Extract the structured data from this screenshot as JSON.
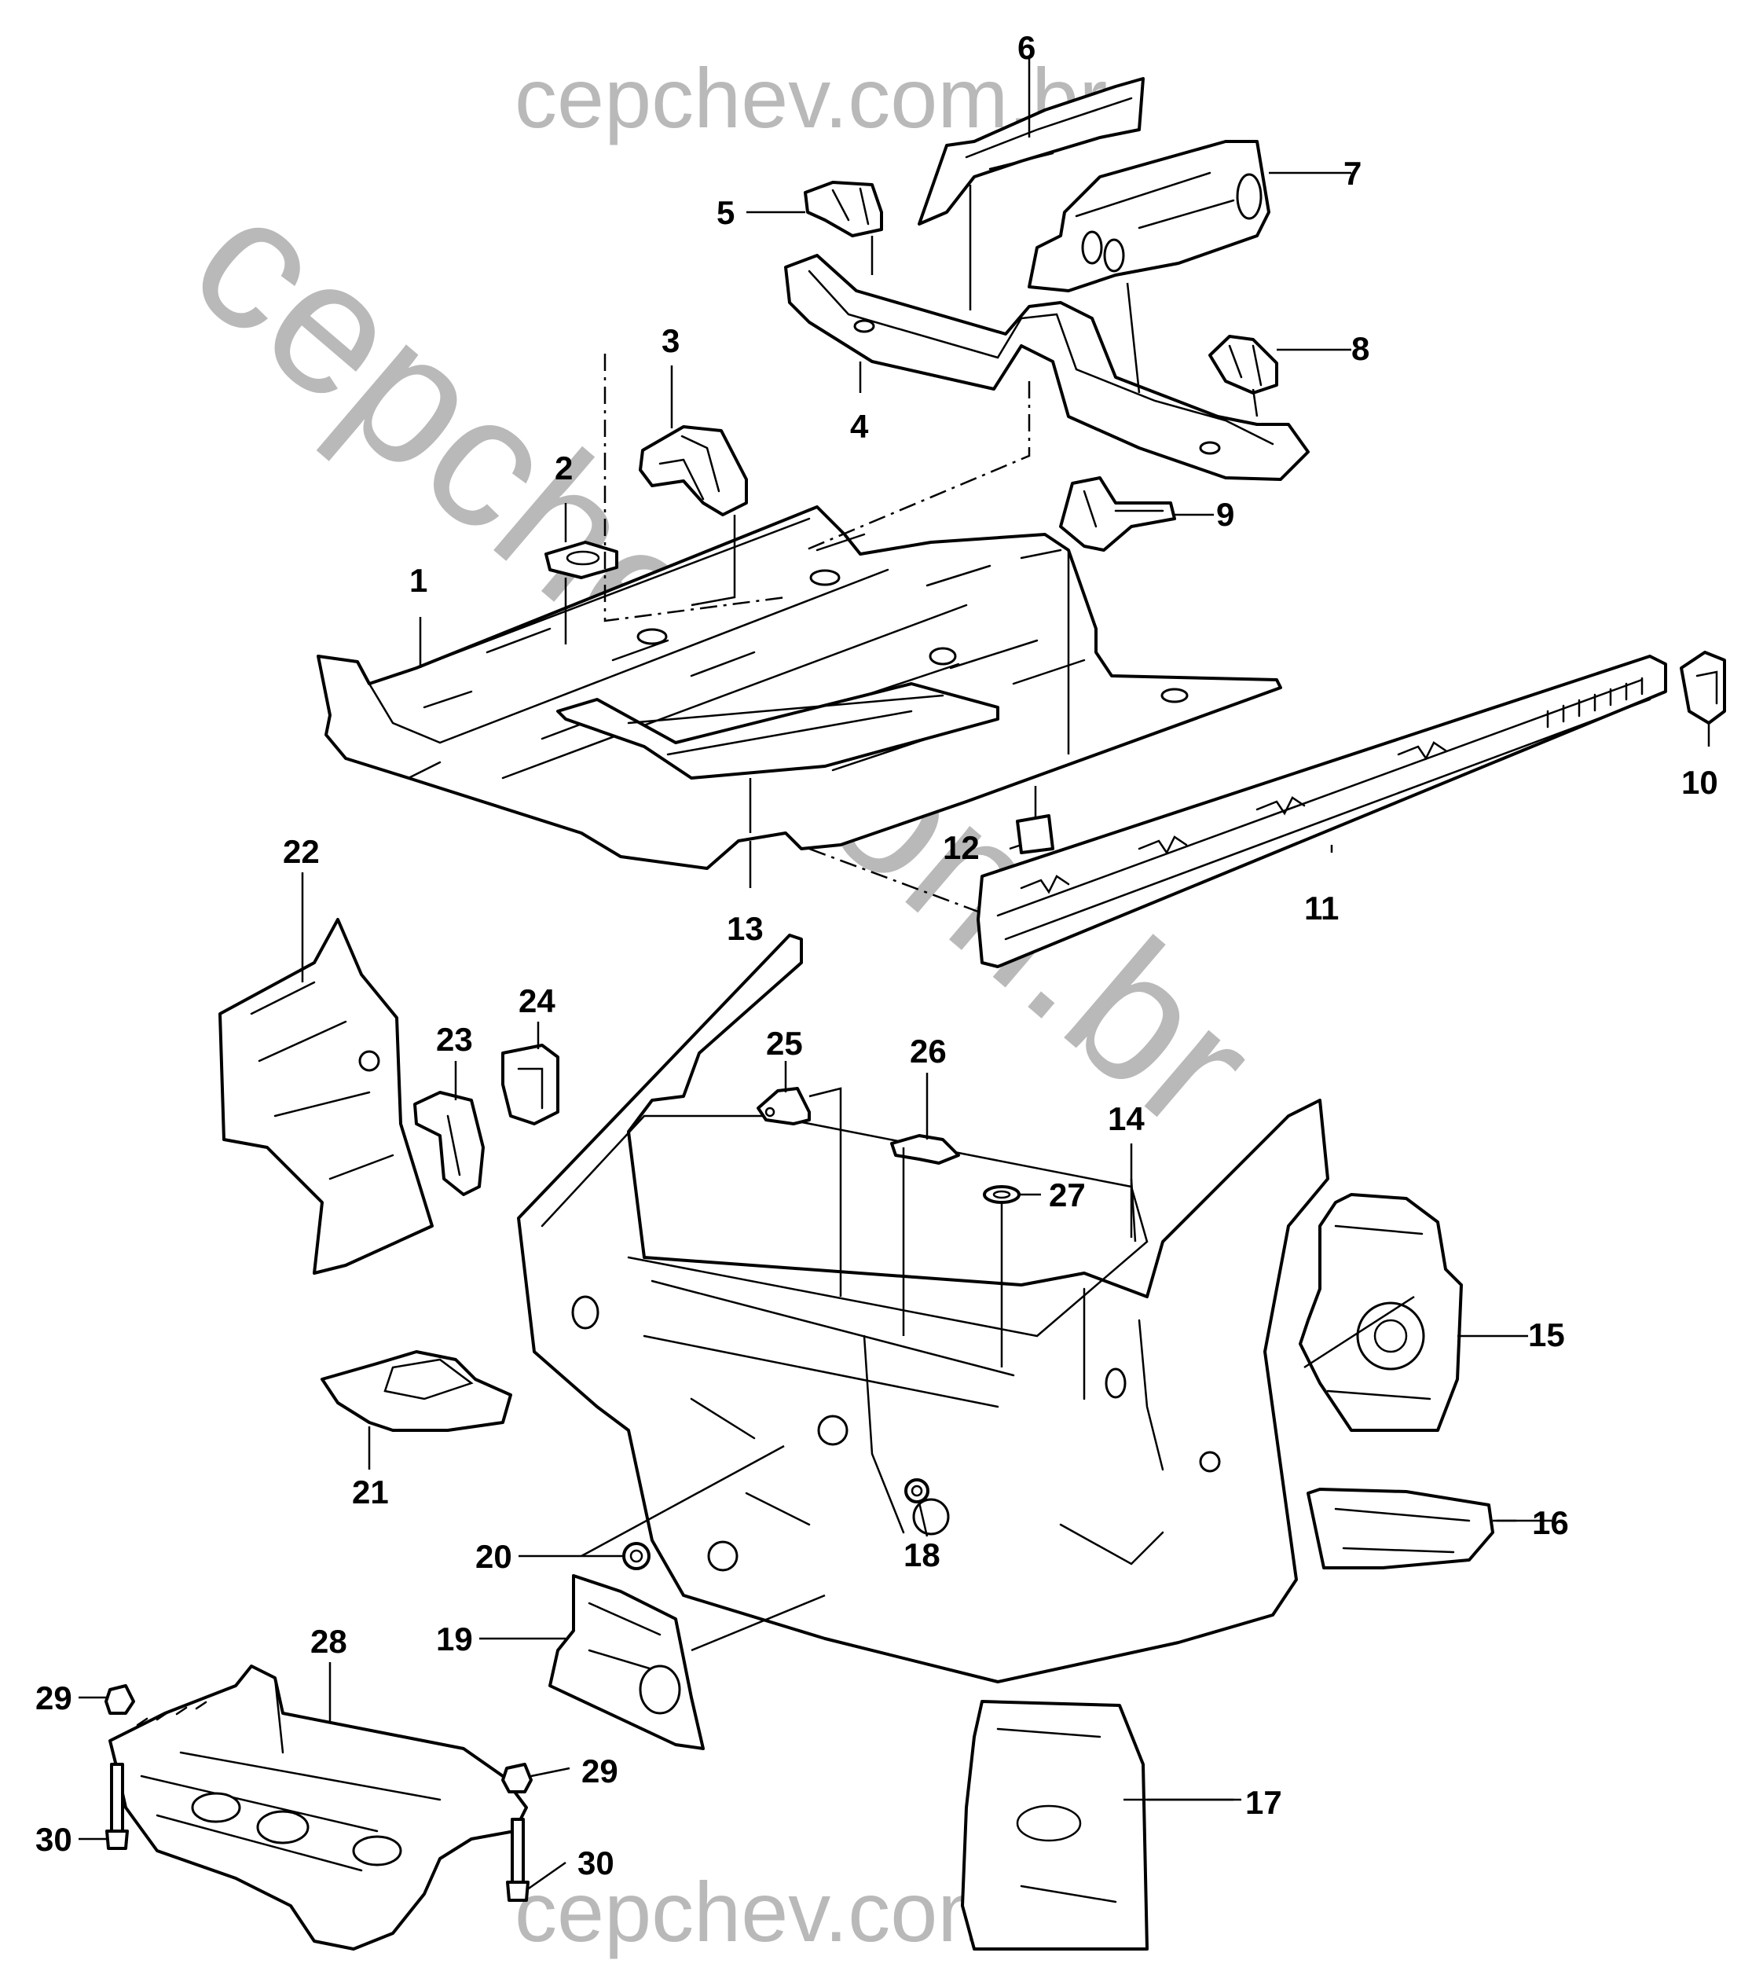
{
  "watermarks": {
    "top": "cepchev.com.br",
    "diagonal": "cepchev.com.br",
    "bottom": "cepchev.com.br"
  },
  "callouts": [
    "1",
    "2",
    "3",
    "4",
    "5",
    "6",
    "7",
    "8",
    "9",
    "10",
    "11",
    "12",
    "13",
    "14",
    "15",
    "16",
    "17",
    "18",
    "19",
    "20",
    "21",
    "22",
    "23",
    "24",
    "25",
    "26",
    "27",
    "28",
    "29",
    "30"
  ],
  "extra_callouts": [
    "29",
    "30"
  ]
}
